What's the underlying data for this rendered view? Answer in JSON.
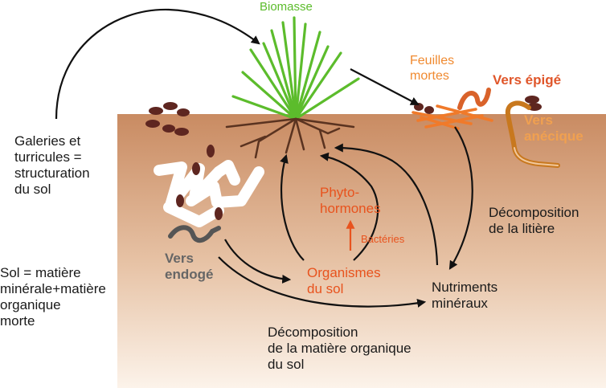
{
  "labels": {
    "biomasse": "Biomasse",
    "feuilles_mortes": "Feuilles\nmortes",
    "vers_epige": "Vers épigé",
    "vers_anecique": "Vers\nanécique",
    "galeries": "Galeries et\nturricules =\nstructuration\ndu sol",
    "sol": "Sol = matière\nminérale+matière\norganique\nmorte",
    "phytohormones": "Phyto-\nhormones",
    "bacteries": "Bactéries",
    "organismes": "Organismes\ndu sol",
    "vers_endoge": "Vers\nendogé",
    "nutriments": "Nutriments\nminéraux",
    "decomp_litiere": "Décomposition\nde la litière",
    "decomp_matiere": "Décomposition\nde la matière organique\ndu sol"
  },
  "colors": {
    "soil_top": "#c98b62",
    "soil_bottom": "#fbf1e8",
    "plant_green": "#5cbc2c",
    "root_brown": "#5a3320",
    "text_black": "#1a1a1a",
    "accent_orange": "#e8531e",
    "epige_worm": "#d9622a",
    "anecique_worm": "#c8781e",
    "endoge_worm": "#555555",
    "turricule": "#5e2620"
  },
  "icons": [
    "plant-grass-icon",
    "leaf-litter-icon",
    "earthworm-icon",
    "soil-pellet-icon"
  ]
}
